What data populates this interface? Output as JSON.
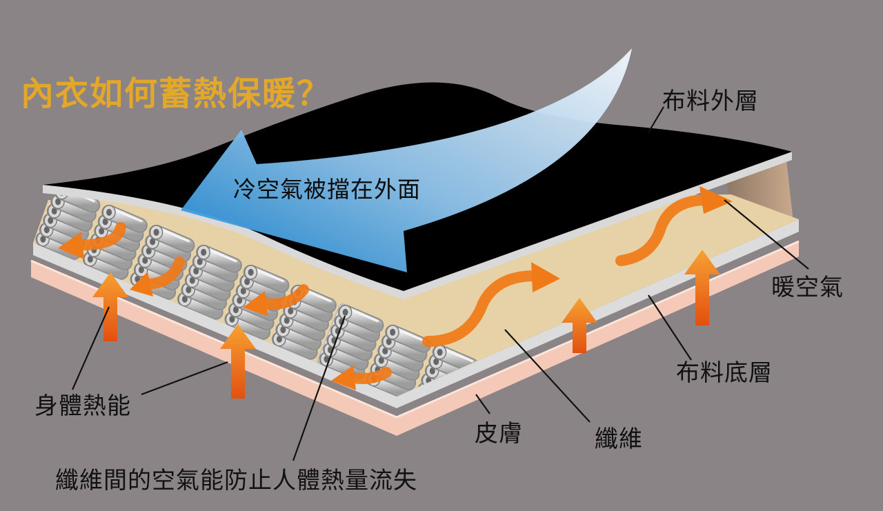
{
  "title": "內衣如何蓄熱保暖？",
  "cold_air_label": "冷空氣被擋在外面",
  "labels": {
    "outer_layer": "布料外層",
    "warm_air": "暖空氣",
    "base_layer": "布料底層",
    "body_heat": "身體熱能",
    "skin": "皮膚",
    "fiber": "纖維",
    "air_between_fibers": "纖維間的空氣能防止人體熱量流失"
  },
  "colors": {
    "background": "#8a8486",
    "title": "#e3a82a",
    "outer_fabric": "#000000",
    "skin": "#f4c9b8",
    "base_fabric": "#e7d2a7",
    "fiber": "#c7c7c7",
    "heat_arrow": "#f07a18",
    "cold_arrow": "#1f8fdc"
  }
}
